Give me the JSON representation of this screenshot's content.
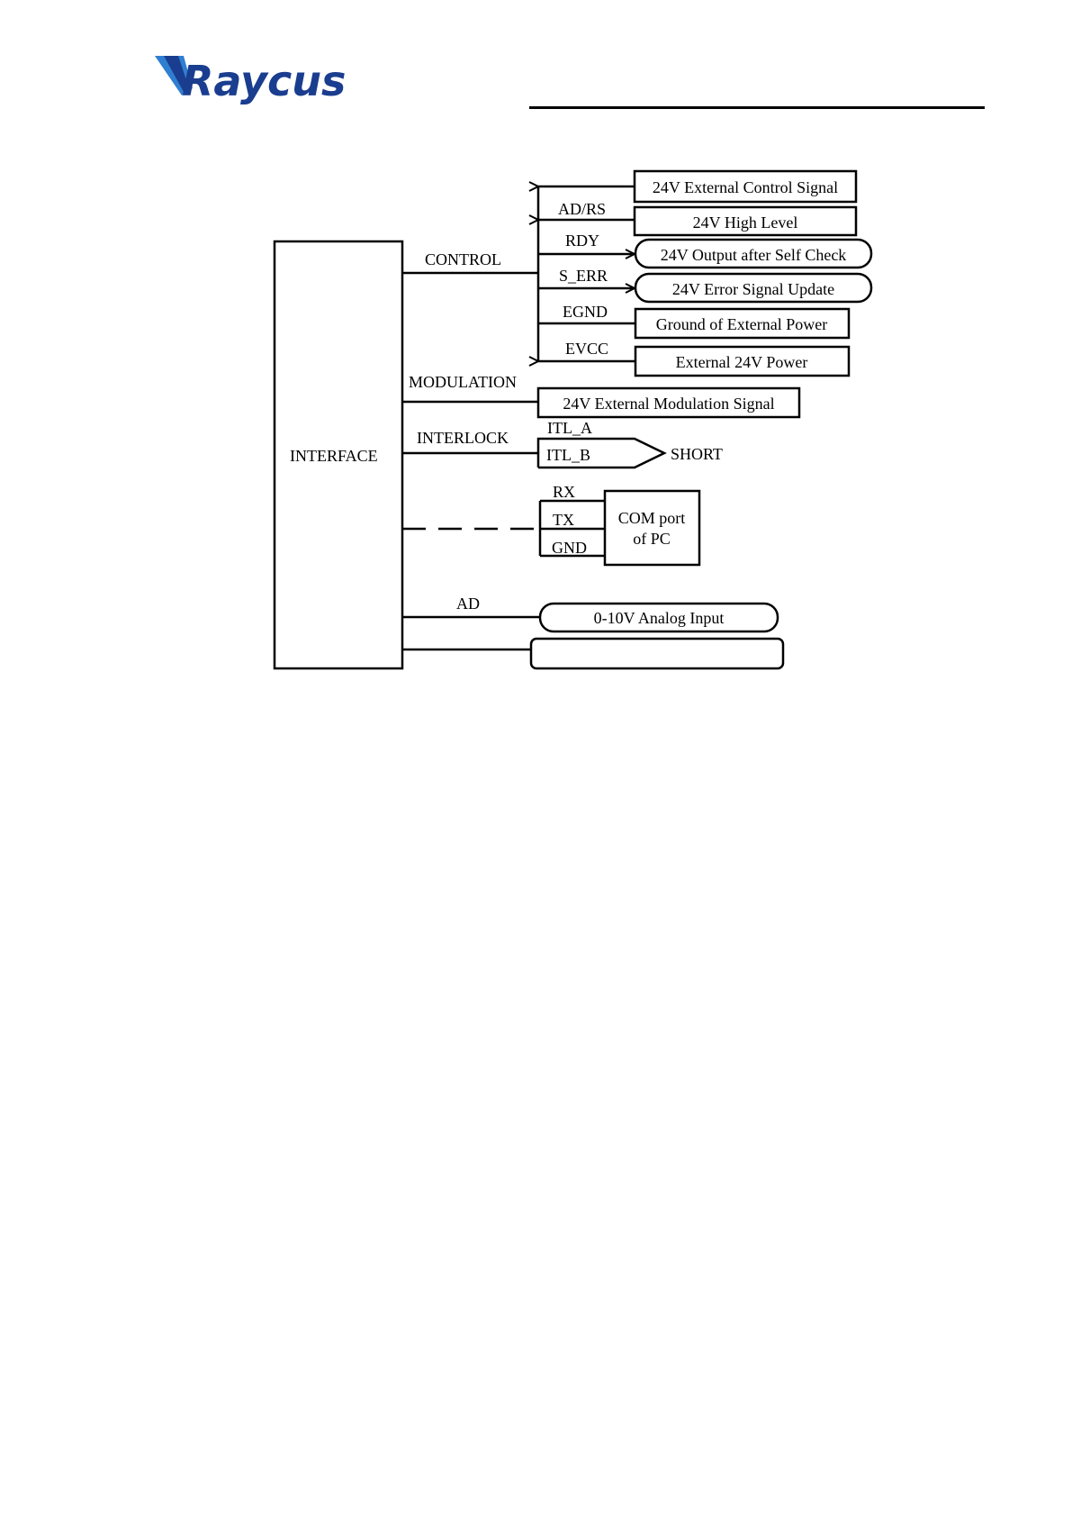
{
  "header": {
    "logo_text": "Raycus",
    "colors": {
      "logo_blue": "#1a3d8f",
      "logo_light": "#2f7fd1"
    }
  },
  "diagram": {
    "interface_label": "INTERFACE",
    "groups": {
      "control": "CONTROL",
      "modulation": "MODULATION",
      "interlock": "INTERLOCK",
      "ad": "AD"
    },
    "signals": {
      "adrs": "AD/RS",
      "rdy": "RDY",
      "s_err": "S_ERR",
      "egnd": "EGND",
      "evcc": "EVCC",
      "itl_a": "ITL_A",
      "itl_b": "ITL_B",
      "rx": "RX",
      "tx": "TX",
      "gnd": "GND"
    },
    "boxes": {
      "ext_control": "24V External Control Signal",
      "high_level": "24V High Level",
      "output_self_check": "24V Output after Self Check",
      "error_signal": "24V Error Signal Update",
      "ground_ext": "Ground of External Power",
      "ext_24v": "External 24V Power",
      "ext_modulation": "24V External Modulation Signal",
      "short": "SHORT",
      "com_line1": "COM port",
      "com_line2": "of PC",
      "analog_input": "0-10V Analog Input"
    }
  }
}
